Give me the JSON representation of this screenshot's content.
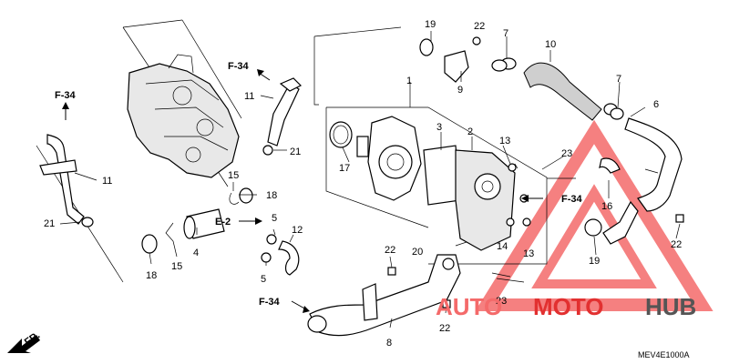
{
  "diagram": {
    "part_numbers": {
      "p1": "1",
      "p2": "2",
      "p3": "3",
      "p4": "4",
      "p5a": "5",
      "p5b": "5",
      "p6": "6",
      "p7a": "7",
      "p7b": "7",
      "p8": "8",
      "p9": "9",
      "p10": "10",
      "p11a": "11",
      "p11b": "11",
      "p12": "12",
      "p13a": "13",
      "p13b": "13",
      "p14": "14",
      "p15a": "15",
      "p15b": "15",
      "p16": "16",
      "p17": "17",
      "p18a": "18",
      "p18b": "18",
      "p19a": "19",
      "p19b": "19",
      "p20": "20",
      "p21a": "21",
      "p21b": "21",
      "p22a": "22",
      "p22b": "22",
      "p22c": "22",
      "p22d": "22",
      "p23a": "23",
      "p23b": "23"
    },
    "references": {
      "f34_left": "F-34",
      "f34_top": "F-34",
      "f34_right": "F-34",
      "f34_bottom": "F-34",
      "e2": "E-2",
      "fr": "FR."
    },
    "drawing_code": "MEV4E1000A"
  },
  "watermark": {
    "word_auto": "AUTO",
    "word_moto": "MOTO",
    "word_hub": "HUB",
    "colors": {
      "light_red": "#f46a6a",
      "red": "#e23030",
      "gray": "#555555"
    }
  }
}
